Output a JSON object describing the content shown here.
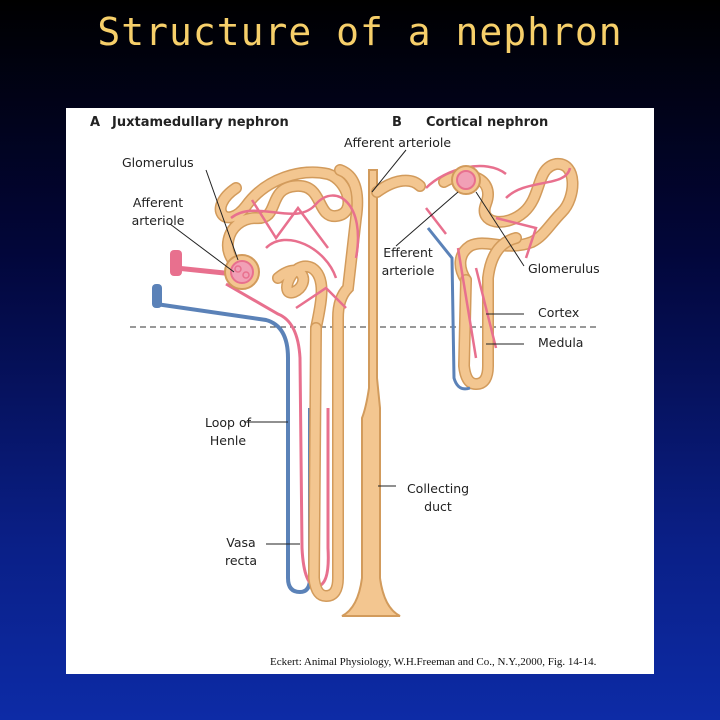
{
  "slide": {
    "title": "Structure of a nephron",
    "background_top": "#000000",
    "background_bottom": "#0d2ba6",
    "title_color": "#f6cf6a"
  },
  "diagram": {
    "panel_a": {
      "letter": "A",
      "title": "Juxtamedullary nephron"
    },
    "panel_b": {
      "letter": "B",
      "title": "Cortical nephron"
    },
    "labels": {
      "glomerulus_a": "Glomerulus",
      "afferent_a_line1": "Afferent",
      "afferent_a_line2": "arteriole",
      "afferent_b": "Afferent arteriole",
      "efferent_b_line1": "Efferent",
      "efferent_b_line2": "arteriole",
      "glomerulus_b": "Glomerulus",
      "cortex": "Cortex",
      "medulla": "Medula",
      "loop_line1": "Loop of",
      "loop_line2": "Henle",
      "collecting_line1": "Collecting",
      "collecting_line2": "duct",
      "vasa_line1": "Vasa",
      "vasa_line2": "recta"
    },
    "colors": {
      "tubule": "#f3c690",
      "tubule_edge": "#d29b5c",
      "artery": "#e8708e",
      "vein": "#5b82b8"
    },
    "citation": "Eckert: Animal Physiology, W.H.Freeman and Co., N.Y.,2000, Fig. 14-14."
  }
}
